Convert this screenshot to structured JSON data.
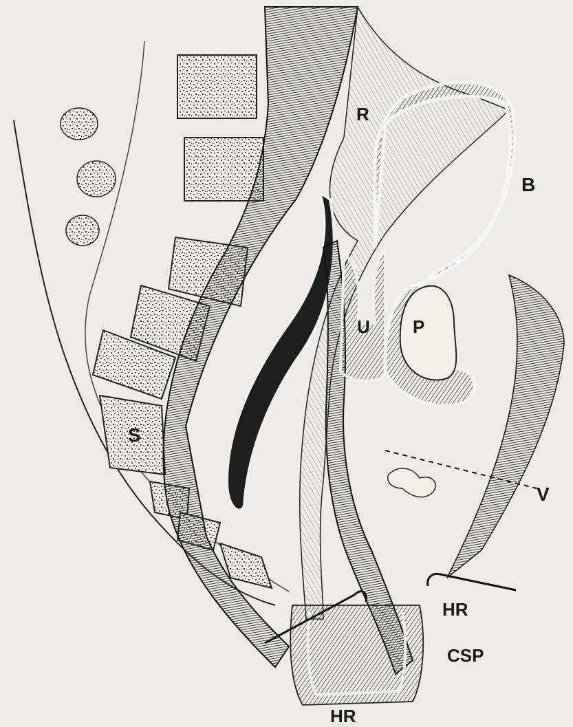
{
  "figure": {
    "background": "#ecebe7",
    "ink": "#1a1a1a",
    "labels": {
      "R": "R",
      "B": "B",
      "U": "U",
      "P": "P",
      "S": "S",
      "V": "V",
      "HR_upper": "HR",
      "CSP": "CSP",
      "HR_lower": "HR"
    }
  }
}
